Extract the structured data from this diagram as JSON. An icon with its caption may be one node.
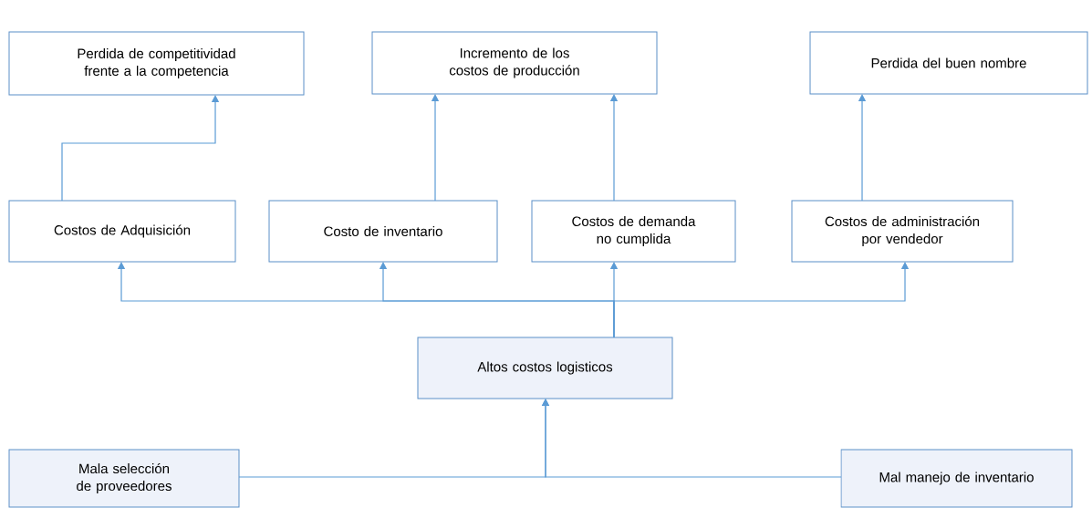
{
  "diagram": {
    "nodes": [
      {
        "text": [
          "Perdida de competitividad frente a la competencia"
        ]
      },
      {
        "text": [
          "Incremento de los costos de producción"
        ]
      },
      {
        "text": [
          "Perdida del buen nombre"
        ]
      },
      {
        "text": [
          "Costos de Adquisición"
        ]
      },
      {
        "text": [
          "Costo de inventario"
        ]
      },
      {
        "text": [
          "Costos de demanda no cumplida"
        ]
      },
      {
        "text": [
          "Costos de administración por vendedor"
        ]
      },
      {
        "text": [
          "Altos costos logisticos"
        ]
      },
      {
        "text": [
          "Mala selección de proveedores"
        ]
      },
      {
        "text": [
          "Mal manejo de inventario"
        ]
      }
    ],
    "edges": [
      {
        "from": 3,
        "to": 0,
        "arrow": "to"
      },
      {
        "from": 4,
        "to": 1,
        "arrow": "to"
      },
      {
        "from": 5,
        "to": 1,
        "arrow": "to"
      },
      {
        "from": 6,
        "to": 2,
        "arrow": "to"
      },
      {
        "from": 7,
        "to": 3,
        "arrow": "to"
      },
      {
        "from": 7,
        "to": 4,
        "arrow": "to"
      },
      {
        "from": 7,
        "to": 5,
        "arrow": "to"
      },
      {
        "from": 7,
        "to": 6,
        "arrow": "to"
      },
      {
        "from": 8,
        "to": 7,
        "arrow": "to"
      },
      {
        "from": 9,
        "to": 7,
        "arrow": "to"
      }
    ]
  }
}
